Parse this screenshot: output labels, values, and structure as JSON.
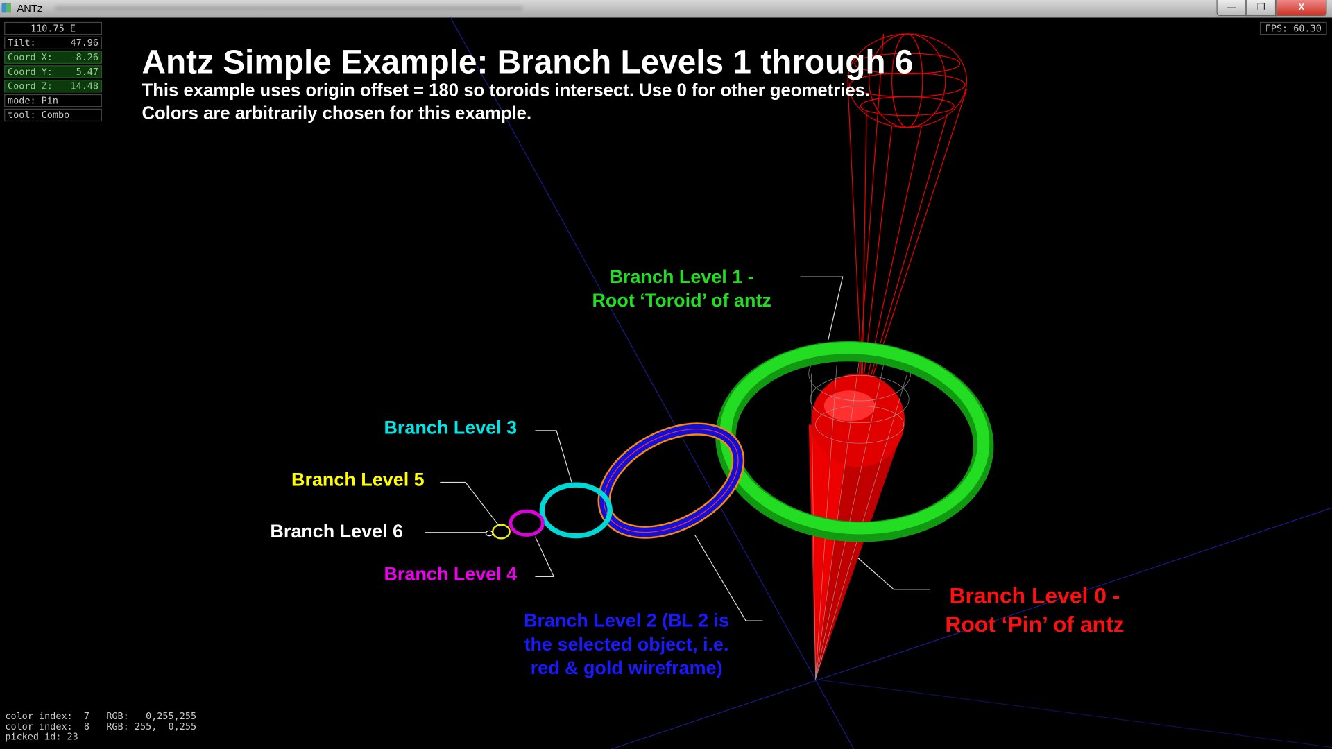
{
  "window": {
    "title": "ANTz",
    "minimize": "—",
    "restore": "❐",
    "close": "X"
  },
  "hud": {
    "heading": "110.75 E",
    "tilt": {
      "label": "Tilt:",
      "value": "47.96"
    },
    "coord_x": {
      "label": "Coord X:",
      "value": "-8.26"
    },
    "coord_y": {
      "label": "Coord Y:",
      "value": "5.47"
    },
    "coord_z": {
      "label": "Coord Z:",
      "value": "14.48"
    },
    "mode": "mode: Pin",
    "tool": "tool: Combo"
  },
  "fps": "FPS: 60.30",
  "header": {
    "title": "Antz Simple Example: Branch Levels 1 through 6",
    "line1": "This example uses origin offset = 180 so toroids intersect. Use 0 for other geometries.",
    "line2": "Colors are arbitrarily chosen for this example."
  },
  "labels": {
    "bl1_a": "Branch Level 1 -",
    "bl1_b": "Root ‘Toroid’ of antz",
    "bl3": "Branch Level 3",
    "bl5": "Branch Level 5",
    "bl6": "Branch Level 6",
    "bl4": "Branch Level 4",
    "bl2_a": "Branch Level 2 (BL 2 is",
    "bl2_b": "the selected object, i.e.",
    "bl2_c": "red & gold wireframe)",
    "bl0_a": "Branch Level 0 -",
    "bl0_b": "Root ‘Pin’ of antz"
  },
  "colors": {
    "bl0": "#ff1010",
    "bl1": "#22dd22",
    "bl2": "#1a1aff",
    "bl3": "#00e5e5",
    "bl4": "#ee00ee",
    "bl5": "#ffff00",
    "bl6": "#ffffff"
  },
  "status": {
    "line1": "color index:  7   RGB:   0,255,255",
    "line2": "color index:  8   RGB: 255,  0,255",
    "line3": "picked id: 23"
  }
}
